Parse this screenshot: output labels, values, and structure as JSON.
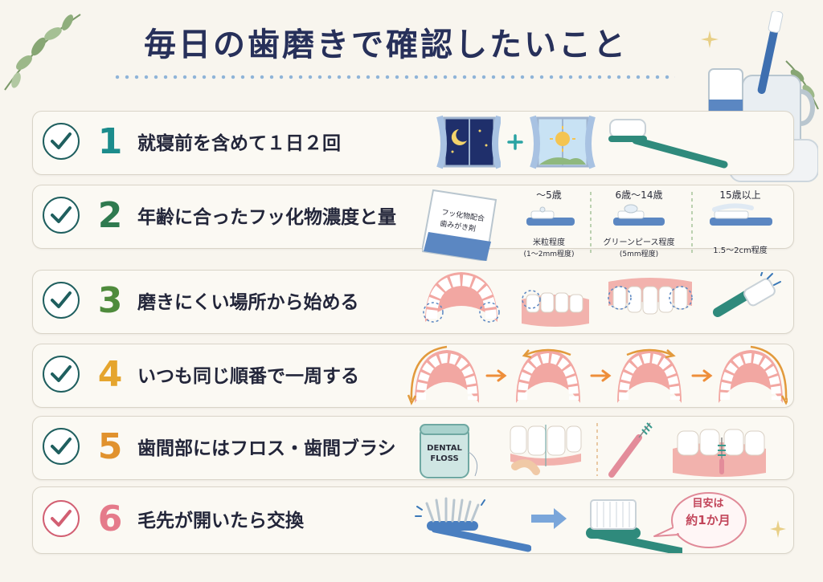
{
  "title": "毎日の歯磨きで確認したいこと",
  "colors": {
    "row1": "#1c8c8c",
    "row2": "#2f7a4f",
    "row3": "#4f8b3c",
    "row4": "#e5a52e",
    "row5": "#e1922e",
    "row6": "#e57a8a",
    "check_dark": "#1f5f5f",
    "check_pink": "#d25f73"
  },
  "items": [
    {
      "number": "1",
      "label": "就寝前を含めて１日２回"
    },
    {
      "number": "2",
      "label": "年齢に合ったフッ化物濃度と量"
    },
    {
      "number": "3",
      "label": "磨きにくい場所から始める"
    },
    {
      "number": "4",
      "label": "いつも同じ順番で一周する"
    },
    {
      "number": "5",
      "label": "歯間部にはフロス・歯間ブラシ"
    },
    {
      "number": "6",
      "label": "毛先が開いたら交換"
    }
  ],
  "fluoride": {
    "tube_label_1": "フッ化物配合",
    "tube_label_2": "歯みがき剤",
    "age_groups": [
      {
        "age": "〜5歳",
        "amount": "米粒程度",
        "detail": "(1〜2mm程度)"
      },
      {
        "age": "6歳〜14歳",
        "amount": "グリーンピース程度",
        "detail": "(5mm程度)"
      },
      {
        "age": "15歳以上",
        "amount": "1.5〜2cm程度",
        "detail": ""
      }
    ]
  },
  "floss": {
    "line1": "DENTAL",
    "line2": "FLOSS"
  },
  "replace_bubble": {
    "line1": "目安は",
    "line2": "約1か月"
  }
}
